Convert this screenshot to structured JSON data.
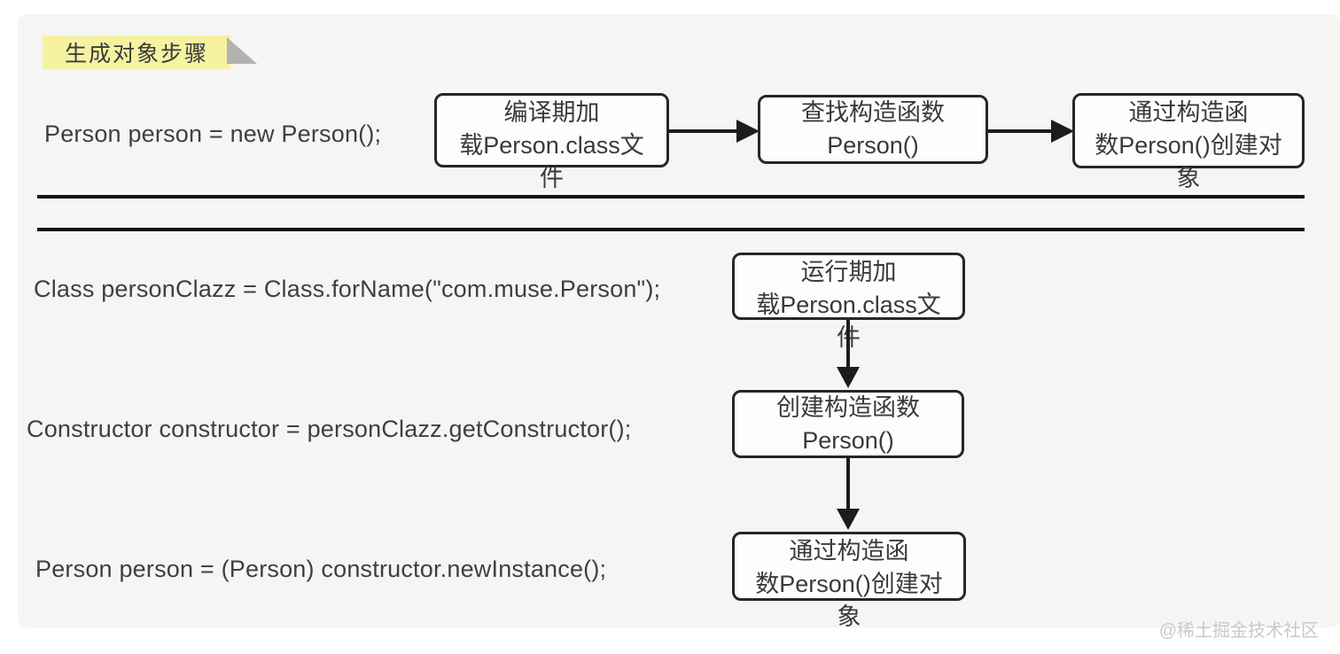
{
  "title": "生成对象步骤",
  "watermark": "@稀土掘金技术社区",
  "direct_flow": {
    "code": "Person person = new Person();",
    "boxes": [
      {
        "text": "编译期加\n载Person.class文\n件"
      },
      {
        "text": "查找构造函数\nPerson()"
      },
      {
        "text": "通过构造函\n数Person()创建对\n象"
      }
    ]
  },
  "reflection_flow": {
    "codes": [
      "Class personClazz = Class.forName(\"com.muse.Person\");",
      "Constructor constructor = personClazz.getConstructor();",
      "Person person = (Person) constructor.newInstance();"
    ],
    "boxes": [
      {
        "text": "运行期加\n载Person.class文\n件"
      },
      {
        "text": "创建构造函数\nPerson()"
      },
      {
        "text": "通过构造函\n数Person()创建对\n象"
      }
    ]
  },
  "colors": {
    "highlight_yellow": "#f6f2a2",
    "fold_gray": "#b2b2b2",
    "panel_bg": "#f5f5f3",
    "box_border": "#262626",
    "text": "#3a3a3a",
    "watermark_gray": "#c9c9c9"
  }
}
